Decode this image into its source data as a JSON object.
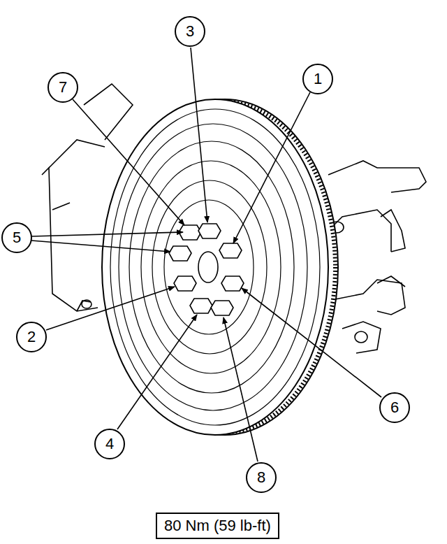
{
  "diagram": {
    "nodes": [
      {
        "text": [
          "3"
        ]
      },
      {
        "text": [
          "7"
        ]
      },
      {
        "text": [
          "1"
        ]
      },
      {
        "text": [
          "5"
        ]
      },
      {
        "text": [
          "2"
        ]
      },
      {
        "text": [
          "6"
        ]
      },
      {
        "text": [
          "4"
        ]
      },
      {
        "text": [
          "8"
        ]
      },
      {
        "text": [
          "80 Nm (59 lb-ft)"
        ]
      }
    ]
  }
}
